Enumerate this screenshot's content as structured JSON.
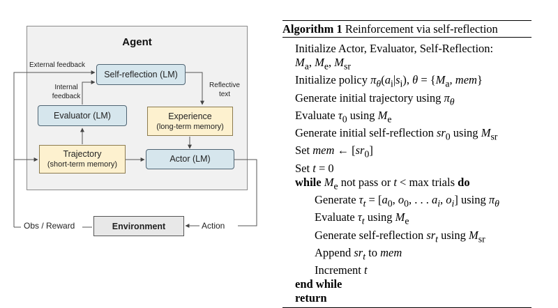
{
  "diagram": {
    "agent_title": "Agent",
    "nodes": {
      "self_reflection": "Self-reflection (LM)",
      "evaluator": "Evaluator (LM)",
      "experience_title": "Experience",
      "experience_sub": "(long-term memory)",
      "trajectory_title": "Trajectory",
      "trajectory_sub": "(short-term memory)",
      "actor": "Actor (LM)",
      "environment": "Environment"
    },
    "labels": {
      "external_feedback": "External feedback",
      "internal_feedback_1": "Internal",
      "internal_feedback_2": "feedback",
      "reflective_text_1": "Reflective",
      "reflective_text_2": "text",
      "obs_reward": "Obs / Reward",
      "action": "Action"
    }
  },
  "algorithm": {
    "caption_label": "Algorithm 1",
    "caption_text": "Reinforcement via self-reflection"
  }
}
